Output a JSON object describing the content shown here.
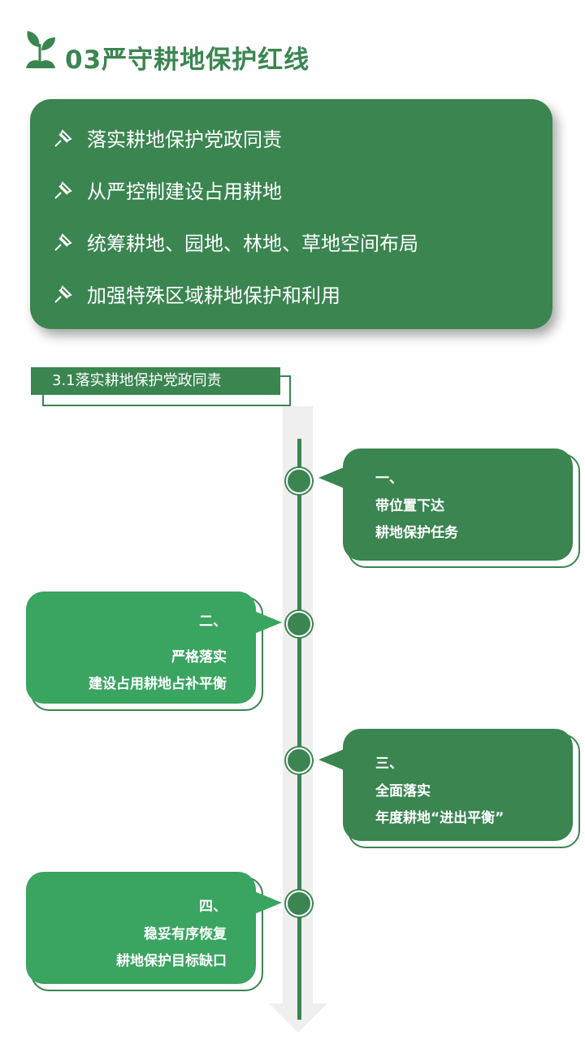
{
  "header": {
    "title": "03严守耕地保护红线",
    "icon": "sprout-icon"
  },
  "summary": {
    "items": [
      {
        "label": "落实耕地保护党政同责",
        "icon": "pin-icon"
      },
      {
        "label": "从严控制建设占用耕地",
        "icon": "pin-icon"
      },
      {
        "label": "统筹耕地、园地、林地、草地空间布局",
        "icon": "pin-icon"
      },
      {
        "label": "加强特殊区域耕地保护和利用",
        "icon": "pin-icon"
      }
    ]
  },
  "section": {
    "title": "3.1落实耕地保护党政同责"
  },
  "timeline": [
    {
      "num": "一、",
      "line1": "带位置下达",
      "line2": "耕地保护任务"
    },
    {
      "num": "二、",
      "line1": "严格落实",
      "line2": "建设占用耕地占补平衡"
    },
    {
      "num": "三、",
      "line1": "全面落实",
      "line2": "年度耕地“进出平衡”"
    },
    {
      "num": "四、",
      "line1": "稳妥有序恢复",
      "line2": "耕地保护目标缺口"
    }
  ],
  "colors": {
    "dark_green": "#3a8550",
    "light_green": "#3aa461",
    "track": "#efefef"
  }
}
